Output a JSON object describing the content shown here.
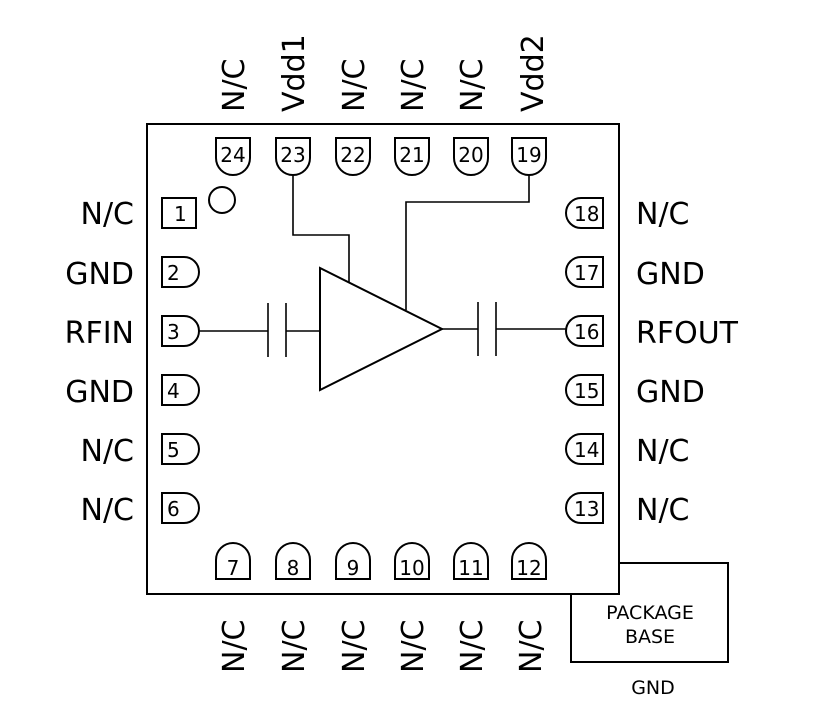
{
  "left_pins": [
    {
      "num": "1",
      "label": "N/C"
    },
    {
      "num": "2",
      "label": "GND"
    },
    {
      "num": "3",
      "label": "RFIN"
    },
    {
      "num": "4",
      "label": "GND"
    },
    {
      "num": "5",
      "label": "N/C"
    },
    {
      "num": "6",
      "label": "N/C"
    }
  ],
  "right_pins": [
    {
      "num": "18",
      "label": "N/C"
    },
    {
      "num": "17",
      "label": "GND"
    },
    {
      "num": "16",
      "label": "RFOUT"
    },
    {
      "num": "15",
      "label": "GND"
    },
    {
      "num": "14",
      "label": "N/C"
    },
    {
      "num": "13",
      "label": "N/C"
    }
  ],
  "top_pins": [
    {
      "num": "24",
      "label": "N/C"
    },
    {
      "num": "23",
      "label": "Vdd1"
    },
    {
      "num": "22",
      "label": "N/C"
    },
    {
      "num": "21",
      "label": "N/C"
    },
    {
      "num": "20",
      "label": "N/C"
    },
    {
      "num": "19",
      "label": "Vdd2"
    }
  ],
  "bottom_pins": [
    {
      "num": "7",
      "label": "N/C"
    },
    {
      "num": "8",
      "label": "N/C"
    },
    {
      "num": "9",
      "label": "N/C"
    },
    {
      "num": "10",
      "label": "N/C"
    },
    {
      "num": "11",
      "label": "N/C"
    },
    {
      "num": "12",
      "label": "N/C"
    }
  ],
  "package_base": {
    "line1": "PACKAGE",
    "line2": "BASE",
    "ground": "GND"
  }
}
